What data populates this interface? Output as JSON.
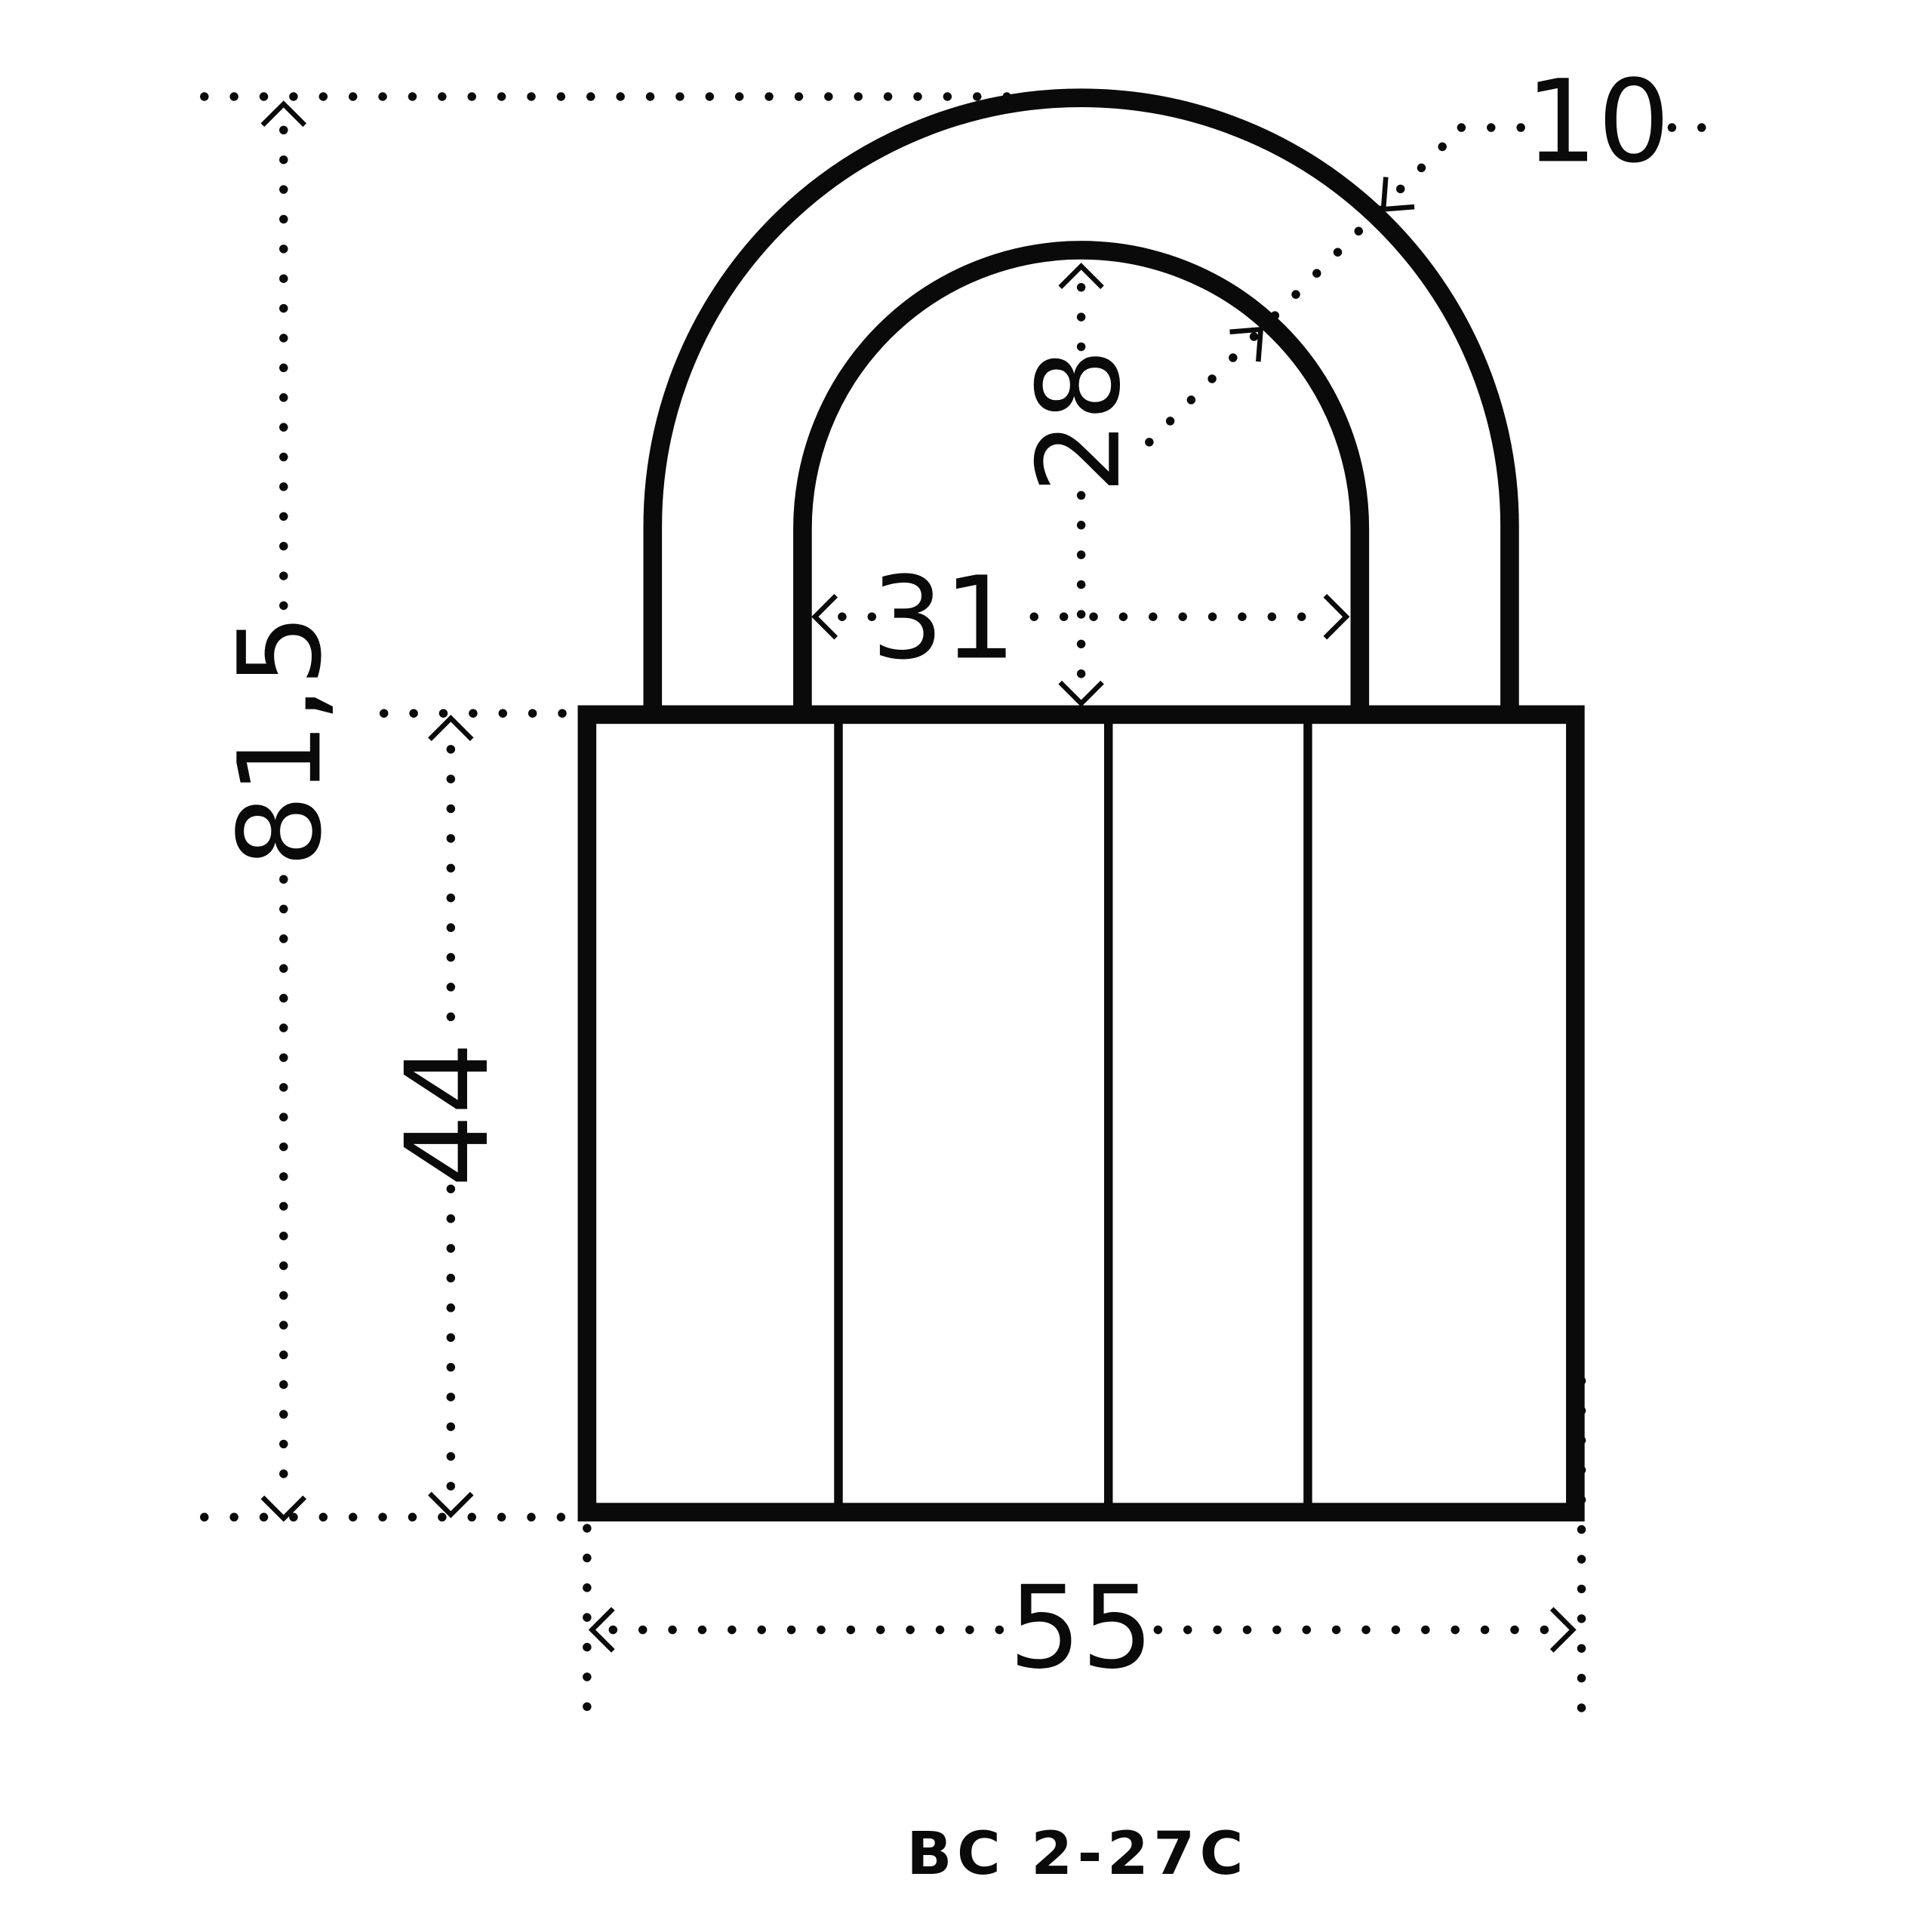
{
  "drawing": {
    "model": "BC 2-27C",
    "dimensions": {
      "total_height": "81,5",
      "body_height": "44",
      "body_width": "55",
      "shackle_inner_width": "31",
      "shackle_inner_height": "28",
      "shackle_diameter": "10"
    },
    "line_color": "#0a0a0a"
  }
}
